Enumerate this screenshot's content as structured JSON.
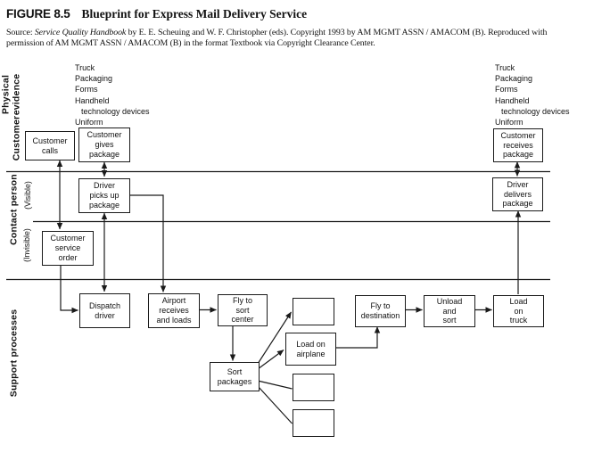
{
  "header": {
    "figure_label": "FIGURE 8.5",
    "figure_title": "Blueprint for Express Mail Delivery Service",
    "source_prefix": "Source: ",
    "source_italic": "Service Quality Handbook",
    "source_line1_rest": " by E. E. Scheuing and W. F. Christopher (eds). Copyright 1993 by AM MGMT ASSN / AMACOM (B). Reproduced with",
    "source_line2": "permission of AM MGMT ASSN / AMACOM (B) in the format Textbook via Copyright Clearance Center."
  },
  "lanes": {
    "physical_evidence": "Physical\nevidence",
    "customer": "Customer",
    "contact_person": "Contact person",
    "visible": "(Visible)",
    "invisible": "(Invisible)",
    "support_processes": "Support processes"
  },
  "evidence": {
    "items": [
      "Truck",
      "Packaging",
      "Forms",
      "Handheld",
      "technology devices",
      "Uniform"
    ]
  },
  "boxes": {
    "customer_calls": "Customer\ncalls",
    "customer_gives_package": "Customer\ngives\npackage",
    "driver_picks_up_package": "Driver\npicks up\npackage",
    "customer_service_order": "Customer\nservice\norder",
    "customer_receives_package": "Customer\nreceives\npackage",
    "driver_delivers_package": "Driver\ndelivers\npackage",
    "dispatch_driver": "Dispatch\ndriver",
    "airport_receives_and_loads": "Airport\nreceives\nand loads",
    "fly_to_sort_center": "Fly to\nsort\ncenter",
    "sort_packages": "Sort\npackages",
    "load_on_airplane": "Load on\nairplane",
    "fly_to_destination": "Fly to\ndestination",
    "unload_and_sort": "Unload\nand\nsort",
    "load_on_truck": "Load\non\ntruck",
    "unlabeled_1": "",
    "unlabeled_2": "",
    "unlabeled_3": ""
  },
  "colors": {
    "line": "#1a1a1a",
    "text": "#111111",
    "background": "#ffffff"
  }
}
